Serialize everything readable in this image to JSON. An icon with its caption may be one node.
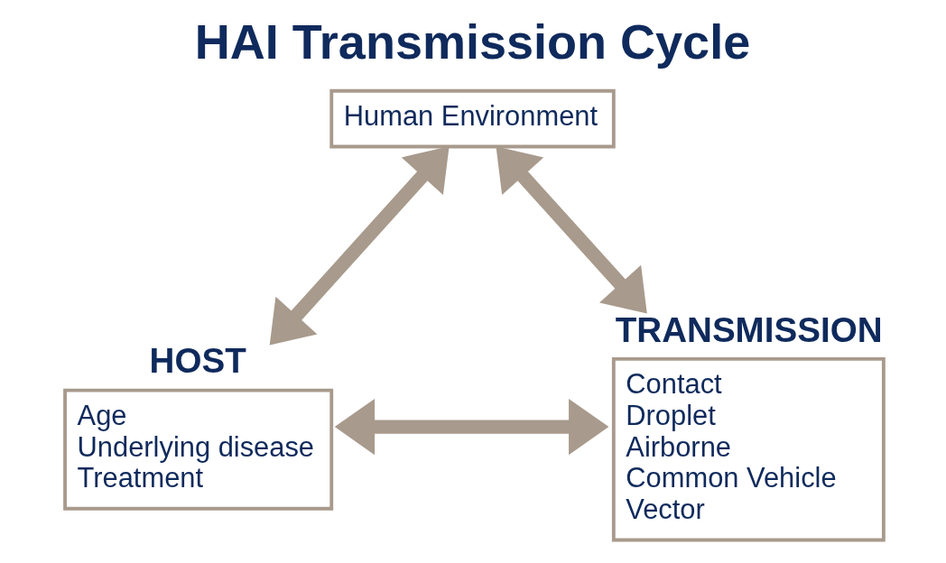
{
  "diagram": {
    "title": "HAI Transmission Cycle",
    "nodes": [
      {
        "text": [
          "Human Environment"
        ]
      },
      {
        "text": [
          "HOST",
          "Age",
          "Underlying disease",
          "Treatment"
        ]
      },
      {
        "text": [
          "TRANSMISSION",
          "Contact",
          "Droplet",
          "Airborne",
          "Common Vehicle",
          "Vector"
        ]
      }
    ],
    "edges": [
      {
        "from": 1,
        "to": 0,
        "arrow": "both"
      },
      {
        "from": 0,
        "to": 2,
        "arrow": "both"
      },
      {
        "from": 1,
        "to": 2,
        "arrow": "both"
      }
    ]
  }
}
